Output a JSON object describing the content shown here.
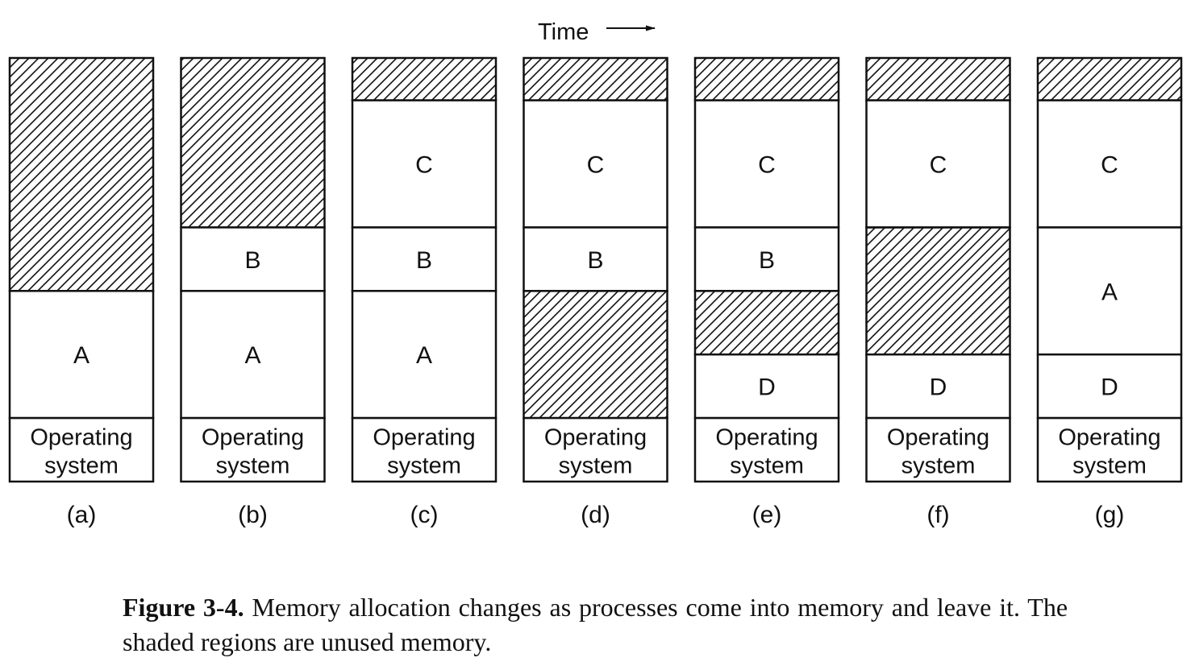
{
  "time_label": "Time",
  "os_label_lines": [
    "Operating",
    "system"
  ],
  "columns": [
    {
      "label": "(a)",
      "segments": [
        {
          "from": 0,
          "to": 5.5,
          "label": "",
          "free": true
        },
        {
          "from": 5.5,
          "to": 8.5,
          "label": "A",
          "free": false
        },
        {
          "from": 8.5,
          "to": 10,
          "label": "OS",
          "free": false
        }
      ]
    },
    {
      "label": "(b)",
      "segments": [
        {
          "from": 0,
          "to": 4,
          "label": "",
          "free": true
        },
        {
          "from": 4,
          "to": 5.5,
          "label": "B",
          "free": false
        },
        {
          "from": 5.5,
          "to": 8.5,
          "label": "A",
          "free": false
        },
        {
          "from": 8.5,
          "to": 10,
          "label": "OS",
          "free": false
        }
      ]
    },
    {
      "label": "(c)",
      "segments": [
        {
          "from": 0,
          "to": 1,
          "label": "",
          "free": true
        },
        {
          "from": 1,
          "to": 4,
          "label": "C",
          "free": false
        },
        {
          "from": 4,
          "to": 5.5,
          "label": "B",
          "free": false
        },
        {
          "from": 5.5,
          "to": 8.5,
          "label": "A",
          "free": false
        },
        {
          "from": 8.5,
          "to": 10,
          "label": "OS",
          "free": false
        }
      ]
    },
    {
      "label": "(d)",
      "segments": [
        {
          "from": 0,
          "to": 1,
          "label": "",
          "free": true
        },
        {
          "from": 1,
          "to": 4,
          "label": "C",
          "free": false
        },
        {
          "from": 4,
          "to": 5.5,
          "label": "B",
          "free": false
        },
        {
          "from": 5.5,
          "to": 8.5,
          "label": "",
          "free": true
        },
        {
          "from": 8.5,
          "to": 10,
          "label": "OS",
          "free": false
        }
      ]
    },
    {
      "label": "(e)",
      "segments": [
        {
          "from": 0,
          "to": 1,
          "label": "",
          "free": true
        },
        {
          "from": 1,
          "to": 4,
          "label": "C",
          "free": false
        },
        {
          "from": 4,
          "to": 5.5,
          "label": "B",
          "free": false
        },
        {
          "from": 5.5,
          "to": 7,
          "label": "",
          "free": true
        },
        {
          "from": 7,
          "to": 8.5,
          "label": "D",
          "free": false
        },
        {
          "from": 8.5,
          "to": 10,
          "label": "OS",
          "free": false
        }
      ]
    },
    {
      "label": "(f)",
      "segments": [
        {
          "from": 0,
          "to": 1,
          "label": "",
          "free": true
        },
        {
          "from": 1,
          "to": 4,
          "label": "C",
          "free": false
        },
        {
          "from": 4,
          "to": 7,
          "label": "",
          "free": true
        },
        {
          "from": 7,
          "to": 8.5,
          "label": "D",
          "free": false
        },
        {
          "from": 8.5,
          "to": 10,
          "label": "OS",
          "free": false
        }
      ]
    },
    {
      "label": "(g)",
      "segments": [
        {
          "from": 0,
          "to": 1,
          "label": "",
          "free": true
        },
        {
          "from": 1,
          "to": 4,
          "label": "C",
          "free": false
        },
        {
          "from": 4,
          "to": 7,
          "label": "A",
          "free": false
        },
        {
          "from": 7,
          "to": 8.5,
          "label": "D",
          "free": false
        },
        {
          "from": 8.5,
          "to": 10,
          "label": "OS",
          "free": false
        }
      ]
    }
  ],
  "caption": {
    "figure_number": "Figure 3-4.",
    "text": "Memory allocation changes as processes come into memory and leave it. The shaded regions are unused memory."
  },
  "colors": {
    "ink": "#111111",
    "background": "#ffffff"
  }
}
